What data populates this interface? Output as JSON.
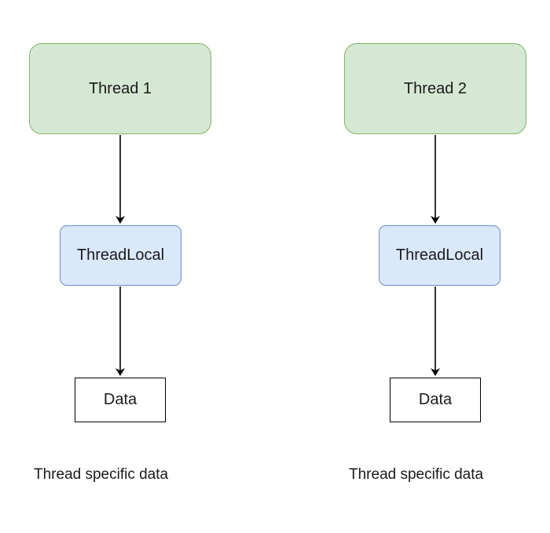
{
  "colors": {
    "thread_fill": "#d5e8d4",
    "thread_stroke": "#82b366",
    "local_fill": "#dae8fc",
    "local_stroke": "#6c8ebf",
    "data_fill": "#ffffff",
    "data_stroke": "#000000",
    "arrow": "#000000"
  },
  "columns": [
    {
      "thread_label": "Thread 1",
      "threadlocal_label": "ThreadLocal",
      "data_label": "Data",
      "caption": "Thread specific data"
    },
    {
      "thread_label": "Thread 2",
      "threadlocal_label": "ThreadLocal",
      "data_label": "Data",
      "caption": "Thread specific data"
    }
  ]
}
